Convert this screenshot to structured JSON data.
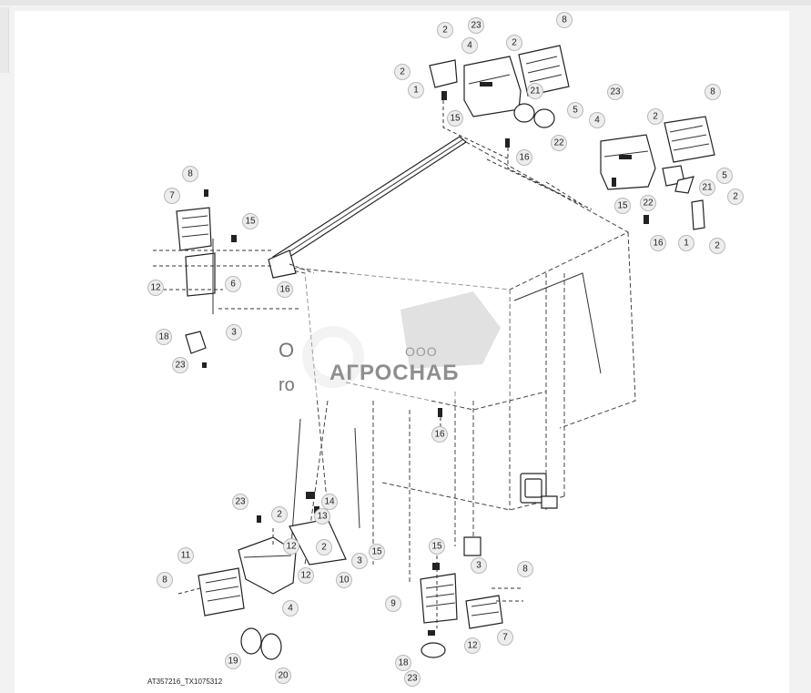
{
  "diagram": {
    "reference_code": "AT357216_TX1075312",
    "callouts": [
      {
        "id": "c-top-2a",
        "label": "2"
      },
      {
        "id": "c-top-23",
        "label": "23"
      },
      {
        "id": "c-top-4",
        "label": "4"
      },
      {
        "id": "c-top-2b",
        "label": "2"
      },
      {
        "id": "c-top-8",
        "label": "8"
      },
      {
        "id": "c-top-2c",
        "label": "2"
      },
      {
        "id": "c-top-1",
        "label": "1"
      },
      {
        "id": "c-top-21",
        "label": "21"
      },
      {
        "id": "c-top-5",
        "label": "5"
      },
      {
        "id": "c-top-15",
        "label": "15"
      },
      {
        "id": "c-top-22",
        "label": "22"
      },
      {
        "id": "c-top-16",
        "label": "16"
      },
      {
        "id": "c-r-23",
        "label": "23"
      },
      {
        "id": "c-r-8",
        "label": "8"
      },
      {
        "id": "c-r-4",
        "label": "4"
      },
      {
        "id": "c-r-2a",
        "label": "2"
      },
      {
        "id": "c-r-5",
        "label": "5"
      },
      {
        "id": "c-r-21",
        "label": "21"
      },
      {
        "id": "c-r-22",
        "label": "22"
      },
      {
        "id": "c-r-15",
        "label": "15"
      },
      {
        "id": "c-r-2b",
        "label": "2"
      },
      {
        "id": "c-r-16",
        "label": "16"
      },
      {
        "id": "c-r-1",
        "label": "1"
      },
      {
        "id": "c-r-2c",
        "label": "2"
      },
      {
        "id": "c-l-8",
        "label": "8"
      },
      {
        "id": "c-l-7",
        "label": "7"
      },
      {
        "id": "c-l-15",
        "label": "15"
      },
      {
        "id": "c-l-12",
        "label": "12"
      },
      {
        "id": "c-l-6",
        "label": "6"
      },
      {
        "id": "c-l-16",
        "label": "16"
      },
      {
        "id": "c-l-3",
        "label": "3"
      },
      {
        "id": "c-l-18",
        "label": "18"
      },
      {
        "id": "c-l-23",
        "label": "23"
      },
      {
        "id": "c-m-16",
        "label": "16"
      },
      {
        "id": "c-bl-23",
        "label": "23"
      },
      {
        "id": "c-bl-14",
        "label": "14"
      },
      {
        "id": "c-bl-2a",
        "label": "2"
      },
      {
        "id": "c-bl-13",
        "label": "13"
      },
      {
        "id": "c-bl-12a",
        "label": "12"
      },
      {
        "id": "c-bl-2b",
        "label": "2"
      },
      {
        "id": "c-bl-3",
        "label": "3"
      },
      {
        "id": "c-bl-15",
        "label": "15"
      },
      {
        "id": "c-bl-11",
        "label": "11"
      },
      {
        "id": "c-bl-12b",
        "label": "12"
      },
      {
        "id": "c-bl-10",
        "label": "10"
      },
      {
        "id": "c-bl-8",
        "label": "8"
      },
      {
        "id": "c-bl-4",
        "label": "4"
      },
      {
        "id": "c-bl-19",
        "label": "19"
      },
      {
        "id": "c-bl-20",
        "label": "20"
      },
      {
        "id": "c-br-15",
        "label": "15"
      },
      {
        "id": "c-br-3",
        "label": "3"
      },
      {
        "id": "c-br-8",
        "label": "8"
      },
      {
        "id": "c-br-9",
        "label": "9"
      },
      {
        "id": "c-br-7",
        "label": "7"
      },
      {
        "id": "c-br-12",
        "label": "12"
      },
      {
        "id": "c-br-18",
        "label": "18"
      },
      {
        "id": "c-br-23",
        "label": "23"
      }
    ]
  },
  "watermark": {
    "prefix": "ООО",
    "name": "АГРОСНАБ",
    "fragment_o": "O",
    "fragment_ro": "ro"
  }
}
